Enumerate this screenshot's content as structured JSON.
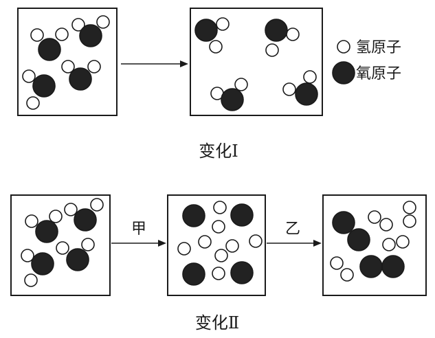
{
  "legend": {
    "hydrogen_label": "氢原子",
    "oxygen_label": "氧原子"
  },
  "change1": {
    "caption": "变化Ⅰ"
  },
  "change2": {
    "caption": "变化Ⅱ",
    "arrow1_label": "甲",
    "arrow2_label": "乙"
  },
  "colors": {
    "oxygen_fill": "#222222",
    "hydrogen_fill": "#ffffff",
    "stroke": "#1a1a1a"
  }
}
